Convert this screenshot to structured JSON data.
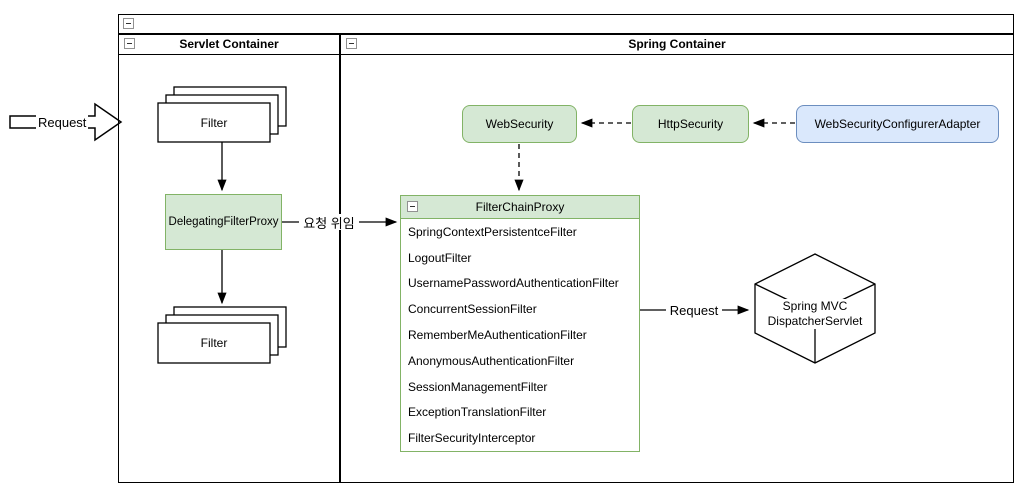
{
  "diagram": {
    "servlet_container": {
      "title": "Servlet Container"
    },
    "spring_container": {
      "title": "Spring Container"
    },
    "incoming_request": {
      "label": "Request"
    },
    "filter_stack_top": {
      "label": "Filter"
    },
    "filter_stack_bottom": {
      "label": "Filter"
    },
    "delegating_filter_proxy": {
      "label": "DelegatingFilterProxy"
    },
    "web_security": {
      "label": "WebSecurity"
    },
    "http_security": {
      "label": "HttpSecurity"
    },
    "web_security_configurer_adapter": {
      "label": "WebSecurityConfigurerAdapter"
    },
    "filter_chain_proxy": {
      "title": "FilterChainProxy",
      "filters": [
        "SpringContextPersistentceFilter",
        "LogoutFilter",
        "UsernamePasswordAuthenticationFilter",
        "ConcurrentSessionFilter",
        "RememberMeAuthenticationFilter",
        "AnonymousAuthenticationFilter",
        "SessionManagementFilter",
        "ExceptionTranslationFilter",
        "FilterSecurityInterceptor"
      ]
    },
    "edges": {
      "delegation_label": "요청 위임",
      "dispatch_request_label": "Request"
    },
    "dispatcher_servlet": {
      "line1": "Spring MVC",
      "line2": "DispatcherServlet"
    },
    "icons": {
      "collapse": "minus-box"
    }
  },
  "colors": {
    "node_green_fill": "#d5e8d4",
    "node_green_stroke": "#82b366",
    "node_blue_fill": "#dae8fc",
    "node_blue_stroke": "#6c8ebf",
    "line_black": "#000000",
    "node_white_fill": "#ffffff"
  }
}
